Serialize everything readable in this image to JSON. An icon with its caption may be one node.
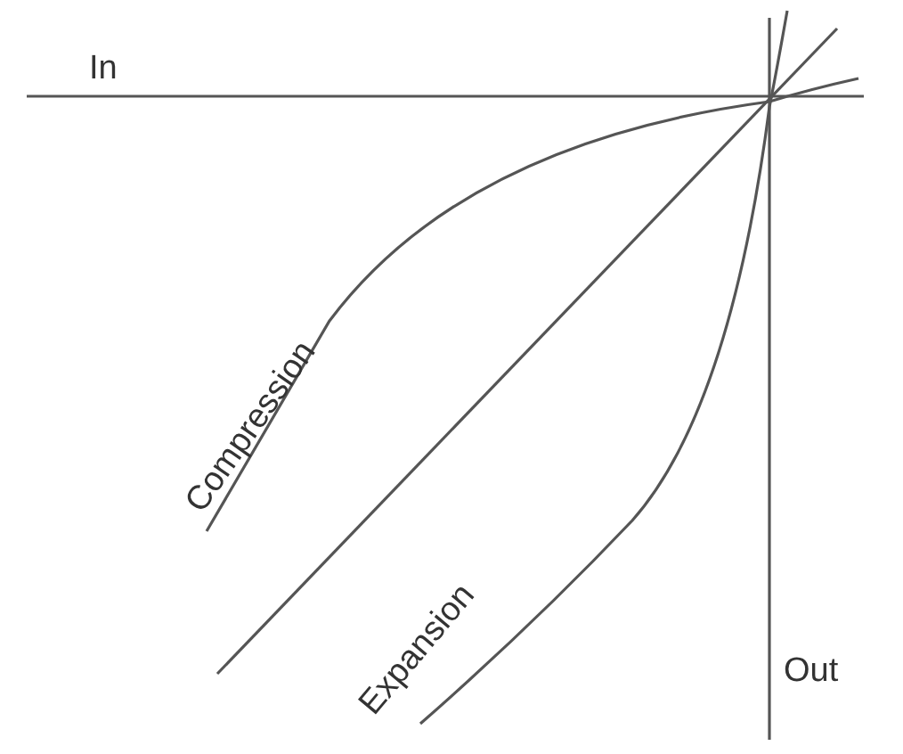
{
  "diagram": {
    "labels": [
      "In",
      "Compression",
      "Expansion",
      "Out"
    ]
  }
}
